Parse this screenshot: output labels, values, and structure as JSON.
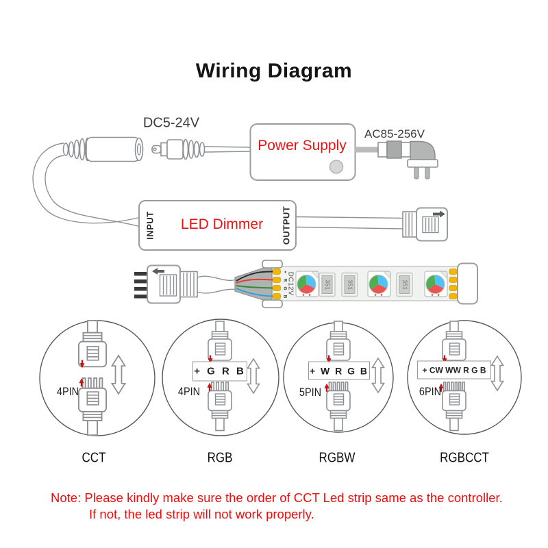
{
  "title": "Wiring Diagram",
  "power_section": {
    "dc_label": "DC5-24V",
    "supply_label": "Power Supply",
    "ac_label": "AC85-256V"
  },
  "dimmer_section": {
    "label": "LED Dimmer",
    "input_label": "INPUT",
    "output_label": "OUTPUT"
  },
  "strip_section": {
    "voltage_label": "DC12V",
    "pad_labels": [
      "+",
      "R",
      "G",
      "B"
    ],
    "resistor_label": "351",
    "wire_colors": [
      "#2b2b2b",
      "#e53935",
      "#2e8b3d",
      "#2d9fe0"
    ]
  },
  "connector_types": [
    {
      "pin_label": "4PIN",
      "order_label": "",
      "name": "CCT"
    },
    {
      "pin_label": "4PIN",
      "order_label": "+ G R B",
      "name": "RGB"
    },
    {
      "pin_label": "5PIN",
      "order_label": "+ W R G B",
      "name": "RGBW"
    },
    {
      "pin_label": "6PIN",
      "order_label": "+ CW WW R G B",
      "name": "RGBCCT"
    }
  ],
  "note": {
    "line1": "Note: Please kindly make sure the order of CCT Led strip same as the controller.",
    "line2": "If not, the led strip will not work properly."
  },
  "colors": {
    "accent_red": "#ee1111",
    "note_red": "#f20b0b",
    "outline_gray": "#8d9093",
    "pad_yellow": "#f2b50c",
    "led_green": "#4caf50",
    "led_blue": "#4fc3f7",
    "led_red": "#ef5350"
  }
}
